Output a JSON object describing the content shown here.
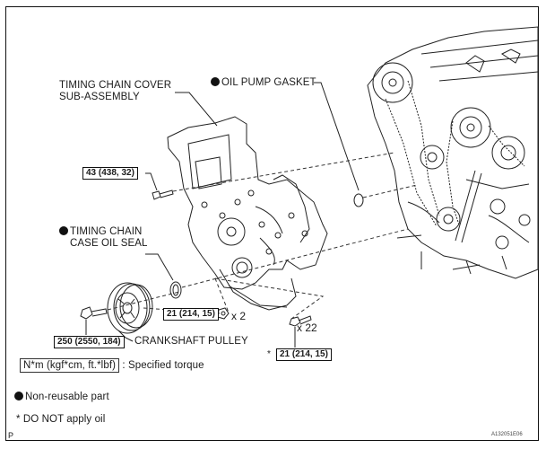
{
  "diagram": {
    "callouts": {
      "timing_chain_cover": [
        "TIMING CHAIN COVER",
        "SUB-ASSEMBLY"
      ],
      "oil_pump_gasket": "OIL PUMP GASKET",
      "timing_chain_oil_seal": [
        "TIMING CHAIN",
        "CASE OIL SEAL"
      ],
      "crankshaft_pulley": "CRANKSHAFT PULLEY"
    },
    "torque_specs": {
      "cover_bolt": "43 (438, 32)",
      "nut": "21 (214, 15)",
      "stud_bolt": "21 (214, 15)",
      "pulley_bolt": "250 (2550, 184)"
    },
    "quantities": {
      "nut_qty": "x 2",
      "bolt_qty": "x 22"
    },
    "no_oil_mark": "*",
    "legend": {
      "torque_unit": "N*m (kgf*cm, ft.*lbf)",
      "torque_desc": ": Specified torque",
      "non_reusable": "Non-reusable part",
      "no_oil": "* DO NOT apply oil"
    },
    "corner_letter": "P",
    "figure_code": "A132051E06"
  }
}
